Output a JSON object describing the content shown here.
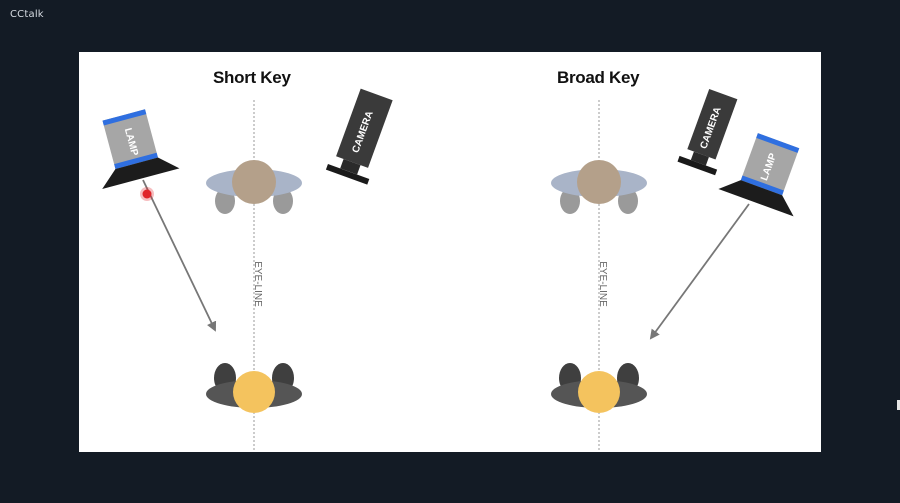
{
  "app": {
    "title": "CCtalk"
  },
  "slide": {
    "left_title": "Short Key",
    "right_title": "Broad Key",
    "lamp_label": "LAMP",
    "camera_label": "CAMERA",
    "eyeline_label": "EYE-LINE"
  },
  "colors": {
    "background": "#131b25",
    "slide": "#ffffff",
    "lamp_blue": "#2f6fe0",
    "lamp_gray": "#a6a6a6",
    "subject_head": "#f4c35e",
    "subject_shoulders": "#555555",
    "photographer_head": "#b4a08a",
    "photographer_shoulders": "#a9b4c8",
    "arrow": "#777777",
    "pointer_dot": "#e0242a"
  }
}
